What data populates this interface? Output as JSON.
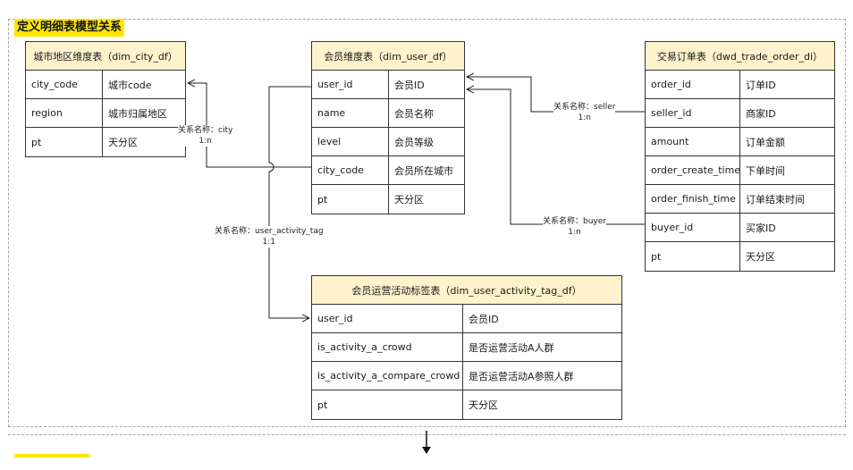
{
  "title": "定义明细表模型关系",
  "tables": {
    "city": {
      "header": "城市地区维度表（dim_city_df）",
      "rows": [
        [
          "city_code",
          "城市code"
        ],
        [
          "region",
          "城市归属地区"
        ],
        [
          "pt",
          "天分区"
        ]
      ]
    },
    "user": {
      "header": "会员维度表（dim_user_df）",
      "rows": [
        [
          "user_id",
          "会员ID"
        ],
        [
          "name",
          "会员名称"
        ],
        [
          "level",
          "会员等级"
        ],
        [
          "city_code",
          "会员所在城市"
        ],
        [
          "pt",
          "天分区"
        ]
      ]
    },
    "order": {
      "header": "交易订单表（dwd_trade_order_di）",
      "rows": [
        [
          "order_id",
          "订单ID"
        ],
        [
          "seller_id",
          "商家ID"
        ],
        [
          "amount",
          "订单金额"
        ],
        [
          "order_create_time",
          "下单时间"
        ],
        [
          "order_finish_time",
          "订单结束时间"
        ],
        [
          "buyer_id",
          "买家ID"
        ],
        [
          "pt",
          "天分区"
        ]
      ]
    },
    "activity": {
      "header": "会员运营活动标签表（dim_user_activity_tag_df）",
      "rows": [
        [
          "user_id",
          "会员ID"
        ],
        [
          "is_activity_a_crowd",
          "是否运营活动A人群"
        ],
        [
          "is_activity_a_compare_crowd",
          "是否运营活动A参照人群"
        ],
        [
          "pt",
          "天分区"
        ]
      ]
    }
  },
  "relations": {
    "city": {
      "name": "关系名称：city",
      "card": "1:n"
    },
    "seller": {
      "name": "关系名称：seller",
      "card": "1:n"
    },
    "buyer": {
      "name": "关系名称：buyer",
      "card": "1:n"
    },
    "activity": {
      "name": "关系名称：user_activity_tag",
      "card": "1:1"
    }
  }
}
